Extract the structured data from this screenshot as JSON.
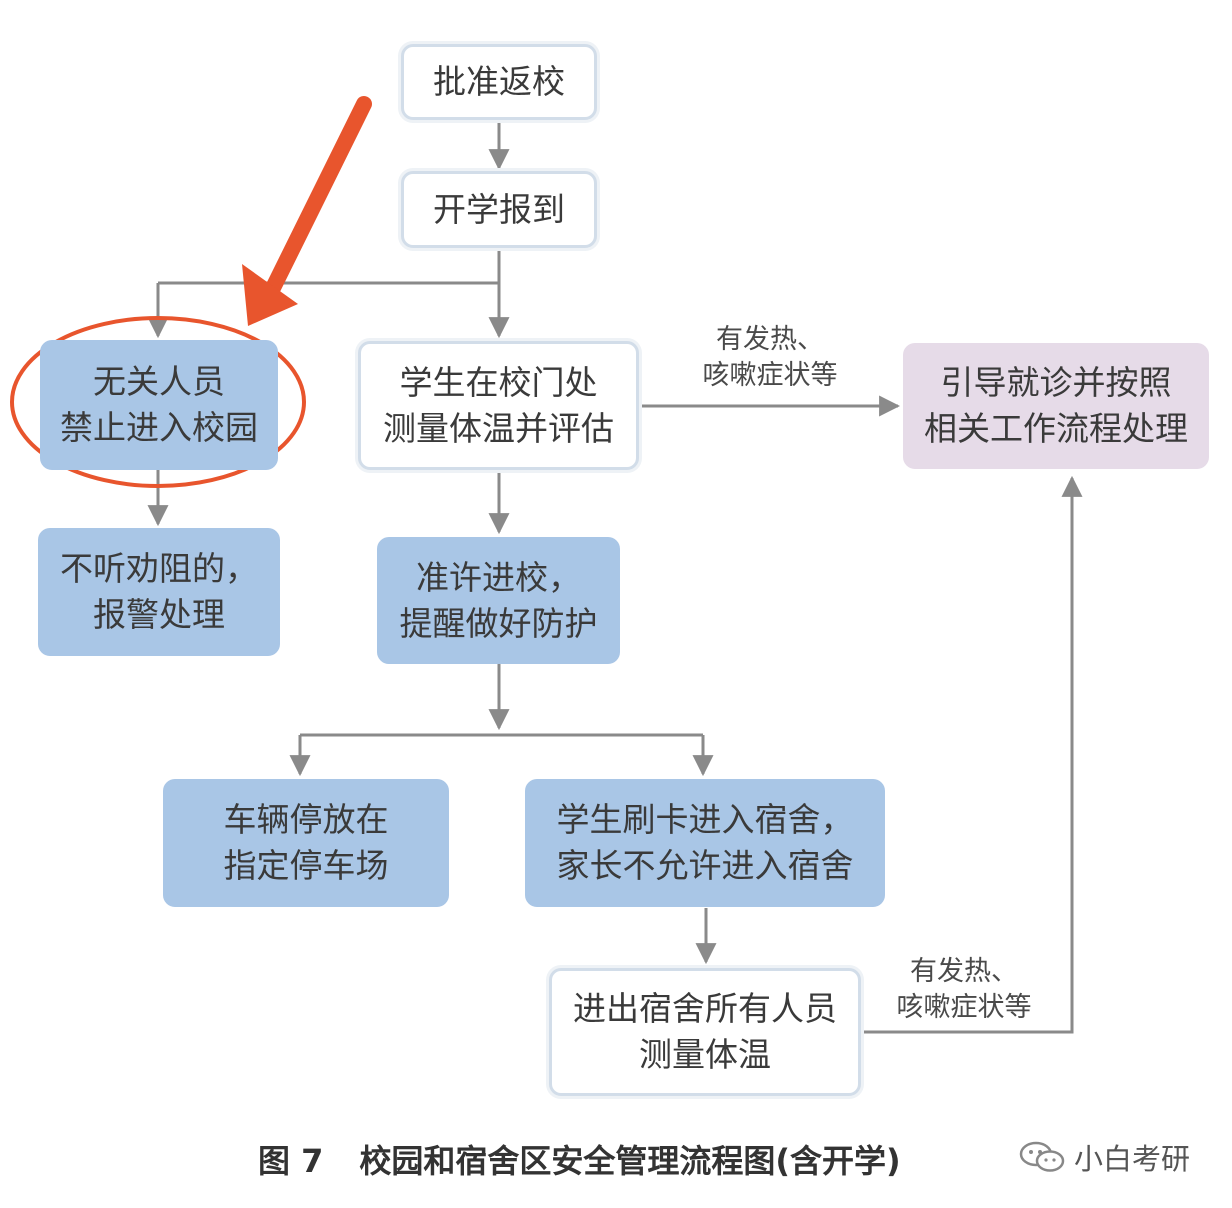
{
  "nodes": {
    "approve_return": [
      "批准返校"
    ],
    "registration": [
      "开学报到"
    ],
    "no_entry": [
      "无关人员",
      "禁止进入校园"
    ],
    "call_police": [
      "不听劝阻的，",
      "报警处理"
    ],
    "temperature_check": [
      "学生在校门处",
      "测量体温并评估"
    ],
    "guide_medical": [
      "引导就诊并按照",
      "相关工作流程处理"
    ],
    "allow_entry": [
      "准许进校，",
      "提醒做好防护"
    ],
    "parking": [
      "车辆停放在",
      "指定停车场"
    ],
    "dorm_card": [
      "学生刷卡进入宿舍，",
      "家长不允许进入宿舍"
    ],
    "dorm_temperature": [
      "进出宿舍所有人员",
      "测量体温"
    ]
  },
  "edge_labels": {
    "fever_top": [
      "有发热、",
      "咳嗽症状等"
    ],
    "fever_bottom": [
      "有发热、",
      "咳嗽症状等"
    ]
  },
  "caption": {
    "number": "图 7",
    "title": "校园和宿舍区安全管理流程图(含开学)"
  },
  "watermark": "小白考研",
  "colors": {
    "box_blue": "#a9c6e6",
    "box_pink": "#e6dbe8",
    "box_white_border": "#d2dde9",
    "connector": "#8a8a8a",
    "highlight_red": "#e8552d"
  }
}
